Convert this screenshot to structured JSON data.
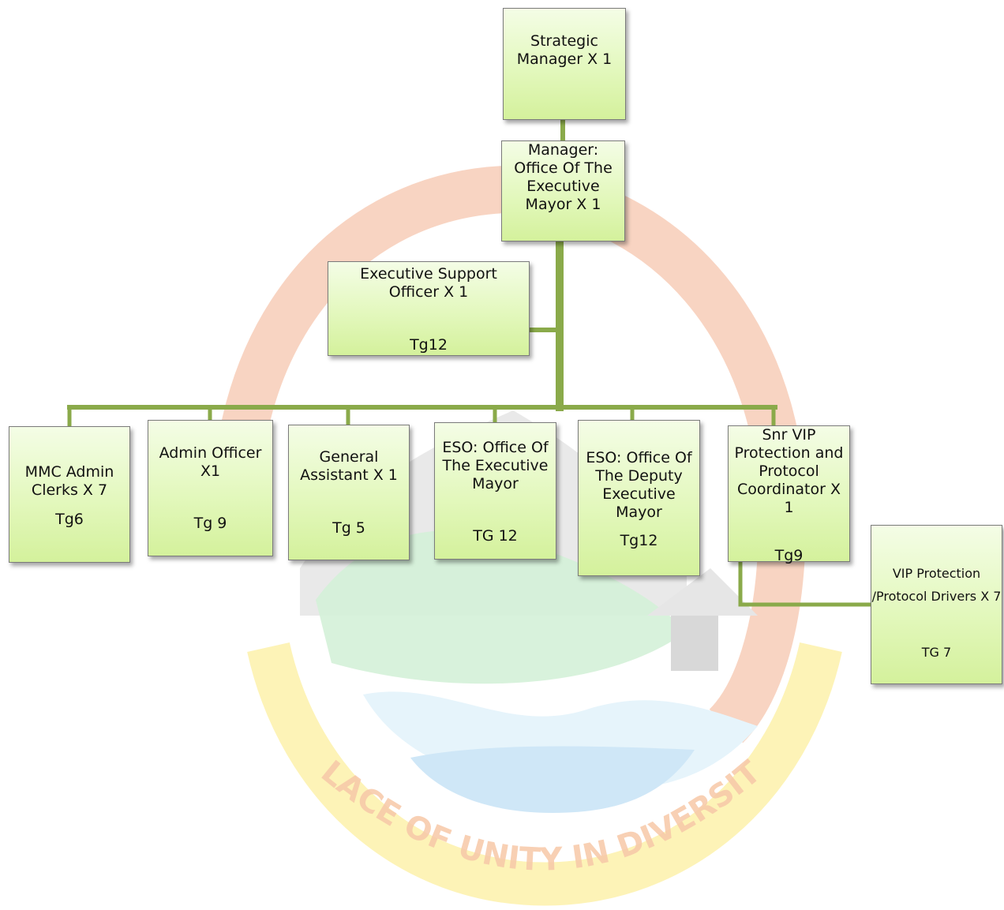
{
  "watermark": {
    "motto": "PLACE OF UNITY IN DIVERSITY",
    "colors": {
      "ring_orange": "#f6c6ad",
      "ring_yellow": "#fdf0a5",
      "land_green": "#d4f1d8",
      "water_blue": "#cfe7f7",
      "house_grey": "#d8d8d8"
    }
  },
  "connector_color": "#8aaa4a",
  "box_fill": [
    "#f4fde6",
    "#d4f19c"
  ],
  "nodes": {
    "strategic_manager": {
      "title": "Strategic Manager X 1"
    },
    "manager_office": {
      "title": "Manager: Office Of The Executive Mayor X 1"
    },
    "executive_support": {
      "title": "Executive Support Officer  X 1",
      "grade": "Tg12"
    },
    "mmc_admin": {
      "title": "MMC Admin Clerks X 7",
      "grade": "Tg6"
    },
    "admin_officer": {
      "title": "Admin Officer X1",
      "grade": "Tg 9"
    },
    "general_assistant": {
      "title": "General Assistant X 1",
      "grade": "Tg 5"
    },
    "eso_executive_mayor": {
      "title": "ESO: Office Of The Executive Mayor",
      "grade": "TG 12"
    },
    "eso_deputy_mayor": {
      "title": "ESO: Office Of The Deputy Executive Mayor",
      "grade": "Tg12"
    },
    "snr_vip": {
      "title": "Snr VIP Protection and Protocol Coordinator X 1",
      "grade": "Tg9"
    },
    "vip_drivers": {
      "title": "VIP Protection /Protocol Drivers  X 7",
      "grade": "TG 7"
    }
  }
}
